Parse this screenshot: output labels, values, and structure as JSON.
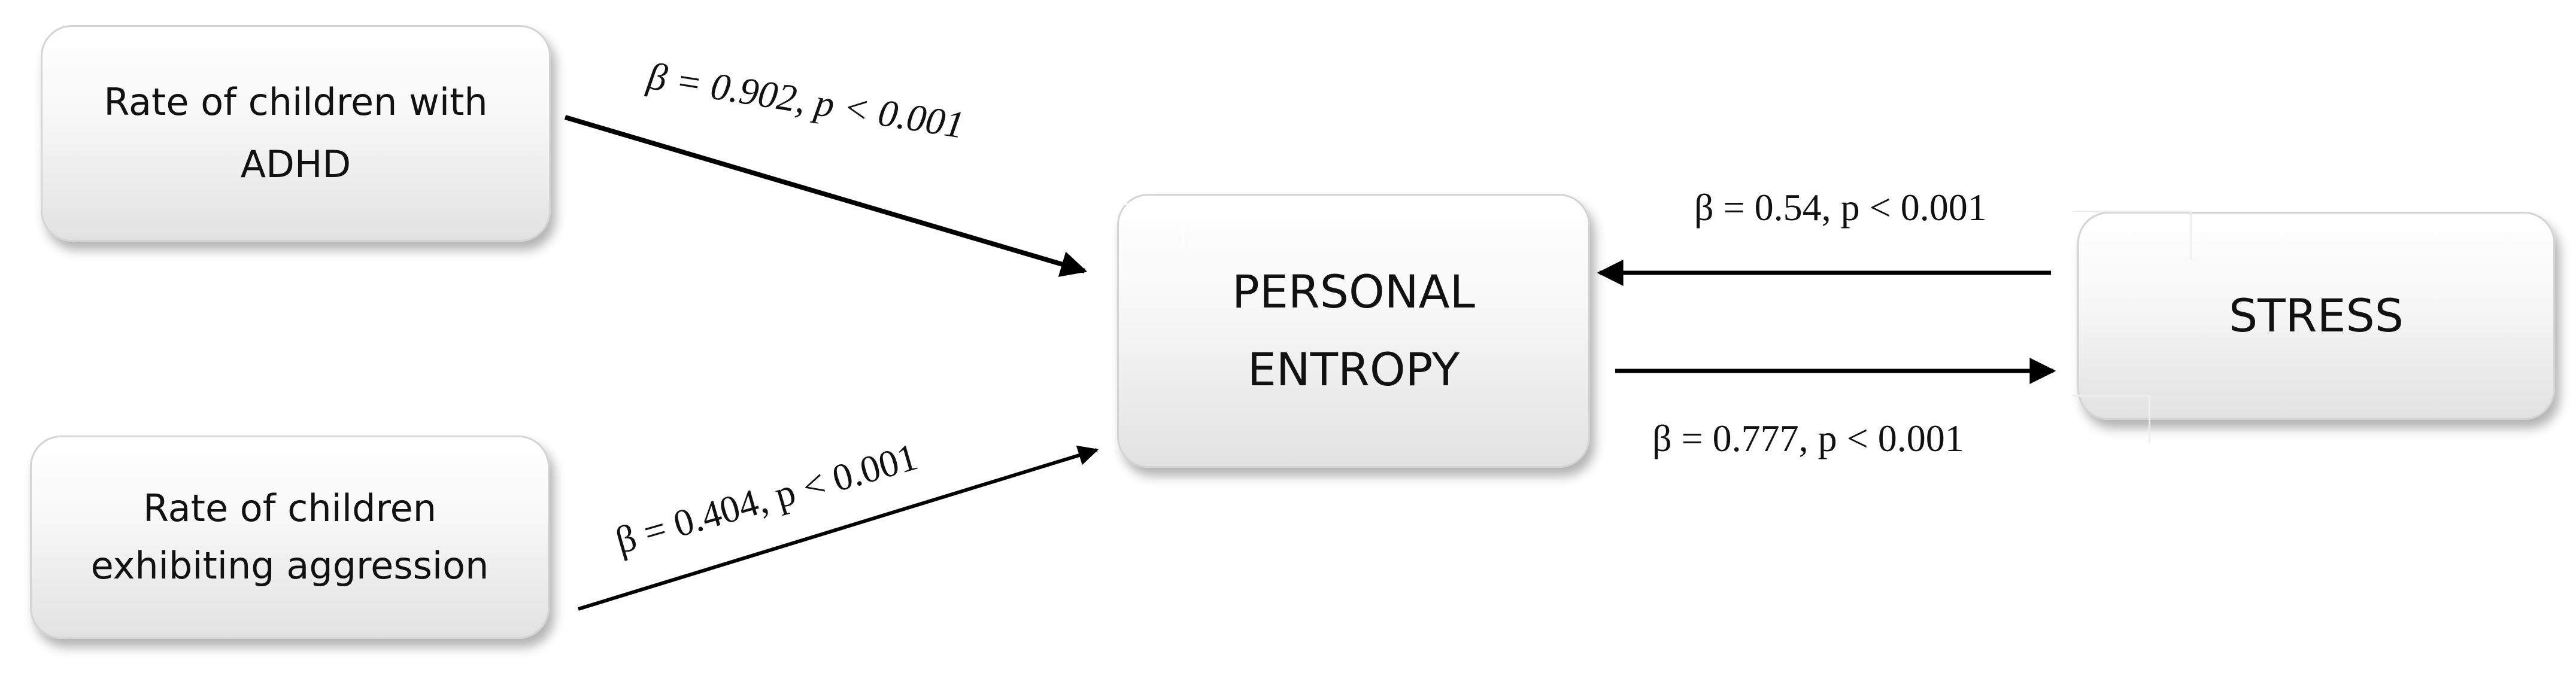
{
  "nodes": {
    "adhd": "Rate of children with\nADHD",
    "aggression": "Rate of children\nexhibiting aggression",
    "entropy": "PERSONAL\nENTROPY",
    "stress": "STRESS"
  },
  "edges": {
    "adhd_to_entropy": "β = 0.902, p < 0.001",
    "aggression_to_entropy": "β = 0.404, p < 0.001",
    "stress_to_entropy": "β = 0.54, p < 0.001",
    "entropy_to_stress": "β = 0.777, p < 0.001"
  },
  "colors": {
    "arrow": "#000000",
    "node_border": "#d4d4d4"
  }
}
